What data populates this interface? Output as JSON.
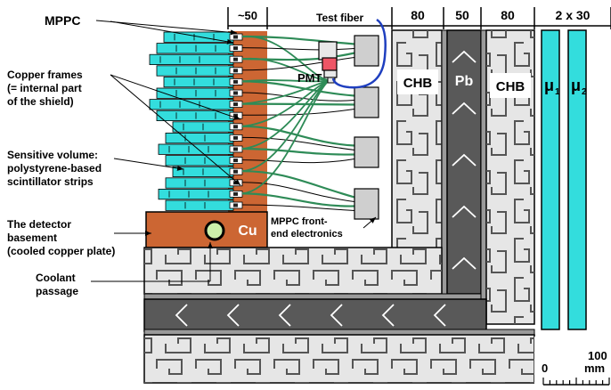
{
  "labels": {
    "mppc": "MPPC",
    "copper_frames_1": "Copper frames",
    "copper_frames_2": "(= internal part",
    "copper_frames_3": "of the shield)",
    "sensitive_1": "Sensitive volume:",
    "sensitive_2": "polystyrene-based",
    "sensitive_3": "scintillator strips",
    "basement_1": "The detector",
    "basement_2": "basement",
    "basement_3": "(cooled copper plate)",
    "coolant_1": "Coolant",
    "coolant_2": "passage",
    "test_fiber": "Test fiber",
    "pmt": "PMT",
    "fe_1": "MPPC front-",
    "fe_2": "end electronics",
    "chb_left": "CHB",
    "pb": "Pb",
    "chb_right": "CHB",
    "cu": "Cu",
    "mu1_sym": "μ",
    "mu1_sub": "1",
    "mu2_sym": "μ",
    "mu2_sub": "2"
  },
  "dimensions": {
    "d50_left": "~50",
    "d80_left": "80",
    "d50_mid": "50",
    "d80_right": "80",
    "d2x30": "2 x 30"
  },
  "scale": {
    "zero": "0",
    "hundred": "100",
    "unit": "mm"
  },
  "colors": {
    "scintillator": "#33dddd",
    "copper": "#cc6633",
    "chb": "#e6e6e6",
    "lead": "#595959",
    "fiber": "#2e8b57",
    "test_fiber": "#1f3fbf",
    "pmt": "#ee5566",
    "coolant": "#ccf0aa"
  }
}
